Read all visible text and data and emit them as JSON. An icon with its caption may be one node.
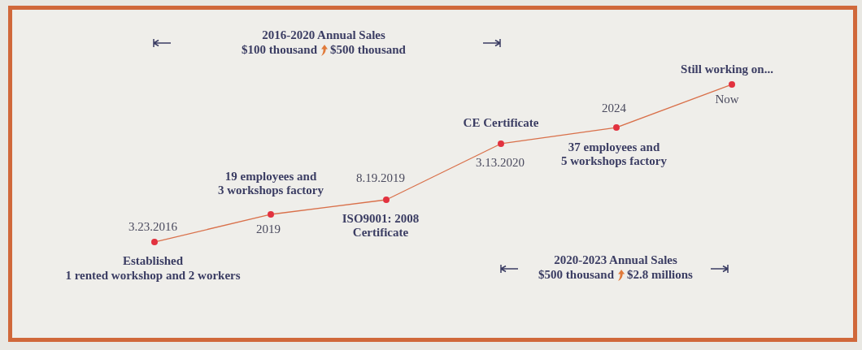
{
  "diagram": {
    "nodes": [
      {
        "text": [],
        "shape": "circle",
        "beside": [
          "3.23.2016",
          "Established",
          "1 rented workshop and 2 workers"
        ]
      },
      {
        "text": [],
        "shape": "circle",
        "beside": [
          "19 employees and 3 workshops factory",
          "2019"
        ]
      },
      {
        "text": [],
        "shape": "circle",
        "beside": [
          "8.19.2019",
          "ISO9001: 2008 Certificate"
        ]
      },
      {
        "text": [],
        "shape": "circle",
        "beside": [
          "CE Certificate",
          "3.13.2020"
        ]
      },
      {
        "text": [],
        "shape": "circle",
        "beside": [
          "2024",
          "37 employees and 5 workshops factory"
        ]
      },
      {
        "text": [],
        "shape": "circle",
        "beside": [
          "Still working on...",
          "Now"
        ]
      }
    ],
    "edges": [
      {
        "from": 0,
        "to": 1,
        "arrow": "none"
      },
      {
        "from": 1,
        "to": 2,
        "arrow": "none"
      },
      {
        "from": 2,
        "to": 3,
        "arrow": "none"
      },
      {
        "from": 3,
        "to": 4,
        "arrow": "none"
      },
      {
        "from": 4,
        "to": 5,
        "arrow": "none"
      }
    ],
    "labels": [
      "2016-2020 Annual Sales",
      "$100 thousand",
      "$500 thousand",
      "2020-2023 Annual Sales",
      "$500 thousand",
      "$2.8 millions"
    ]
  }
}
